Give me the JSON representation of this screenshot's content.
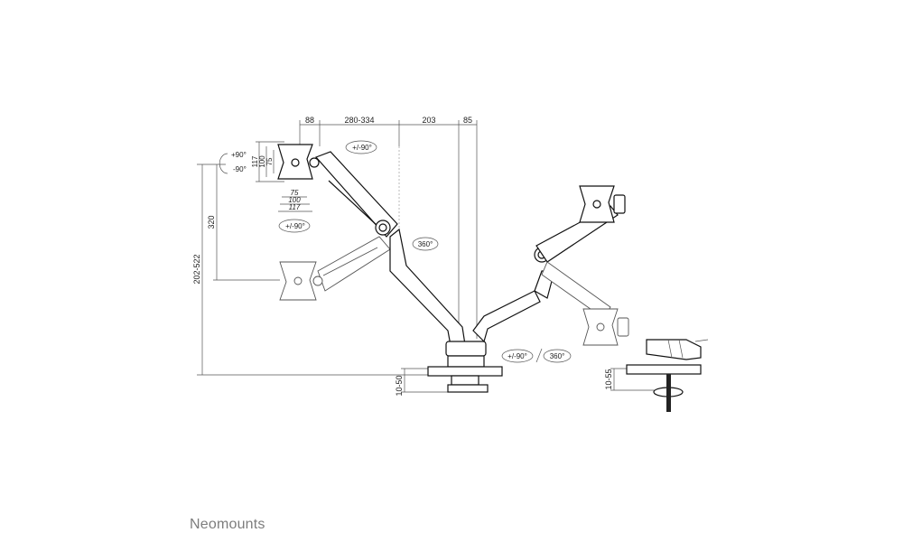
{
  "brand": "Neomounts",
  "dimensions": {
    "offset_left": "88",
    "arm_reach": "280-334",
    "pole_offset": "203",
    "back_offset": "85",
    "vesa_height_outer": "117",
    "vesa_height_mid": "100",
    "vesa_height_inner": "75",
    "vesa_width_inner": "75",
    "vesa_width_mid": "100",
    "vesa_width_outer": "117",
    "height_range": "202-522",
    "travel": "320",
    "clamp_range": "10-50",
    "grommet_range": "10-55"
  },
  "rotations": {
    "tilt_up": "+90°",
    "tilt_down": "-90°",
    "top_swivel": "+/-90°",
    "vesa_swivel": "+/-90°",
    "arm_rotation": "360°",
    "base_swivel": "+/-90°",
    "base_rotation": "360°"
  },
  "colors": {
    "line": "#111111",
    "dimension": "#555555",
    "brand": "#7d7d7d"
  }
}
